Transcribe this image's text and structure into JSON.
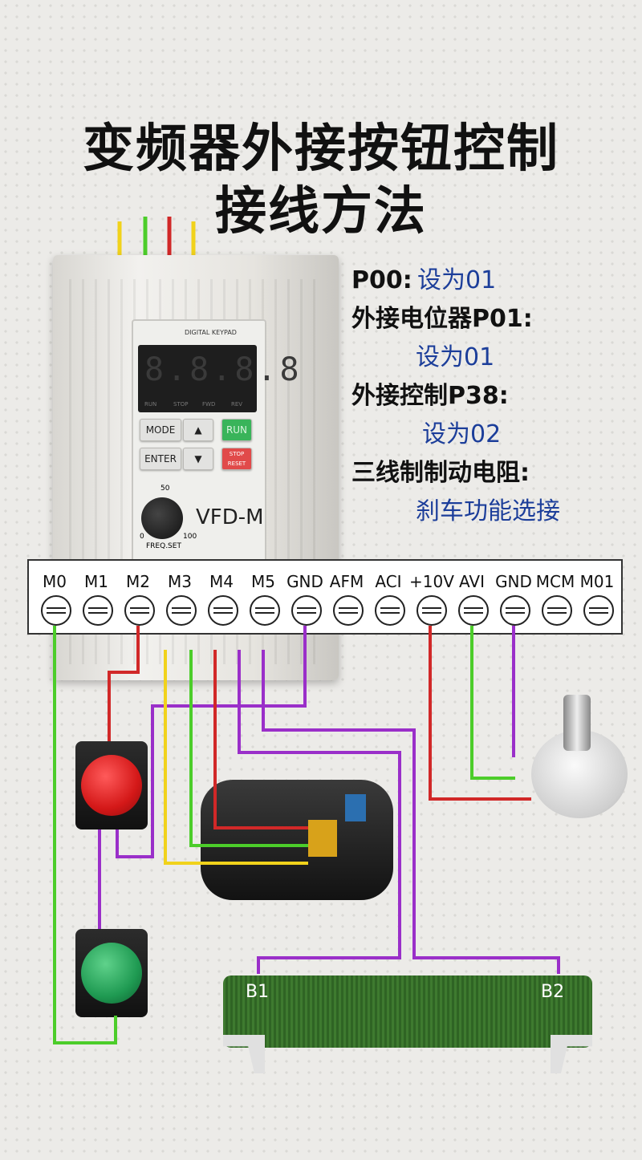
{
  "title": {
    "line1": "变频器外接按钮控制",
    "line2": "接线方法"
  },
  "notes": [
    {
      "text": "P00:",
      "style": "blk",
      "line": 0
    },
    {
      "text": "设为01",
      "style": "blu",
      "line": 0
    },
    {
      "text": "外接电位器P01:",
      "style": "blk",
      "line": 1
    },
    {
      "text": "设为01",
      "style": "blu",
      "line": 2
    },
    {
      "text": "外接控制P38:",
      "style": "blk",
      "line": 3
    },
    {
      "text": "设为02",
      "style": "blu",
      "line": 4
    },
    {
      "text": "三线制制动电阻:",
      "style": "blk",
      "line": 5
    },
    {
      "text": "刹车功能选接",
      "style": "blu",
      "line": 6
    }
  ],
  "keypad": {
    "header": "DIGITAL KEYPAD",
    "display": "8.8.8.8",
    "indicators": [
      "RUN",
      "STOP",
      "FWD",
      "REV"
    ],
    "keys": {
      "mode": "MODE",
      "up": "▲",
      "run": "RUN",
      "enter": "ENTER",
      "down": "▼",
      "stop": "STOP RESET"
    },
    "knob_scale": [
      "50",
      "0",
      "100"
    ],
    "freq_label": "FREQ.SET",
    "model": "VFD-M"
  },
  "terminals": [
    "M0",
    "M1",
    "M2",
    "M3",
    "M4",
    "M5",
    "GND",
    "AFM",
    "ACI",
    "+10V",
    "AVI",
    "GND",
    "MCM",
    "M01"
  ],
  "resistor": {
    "left_label": "B1",
    "right_label": "B2"
  },
  "colors": {
    "wire_green": "#4ccd2a",
    "wire_red": "#d12828",
    "wire_purple": "#9a2fc9",
    "wire_yellow": "#f1d21b",
    "title": "#111111",
    "note_blue": "#1c3e9a",
    "red_button": "#d41818",
    "green_button": "#1f9a52"
  }
}
